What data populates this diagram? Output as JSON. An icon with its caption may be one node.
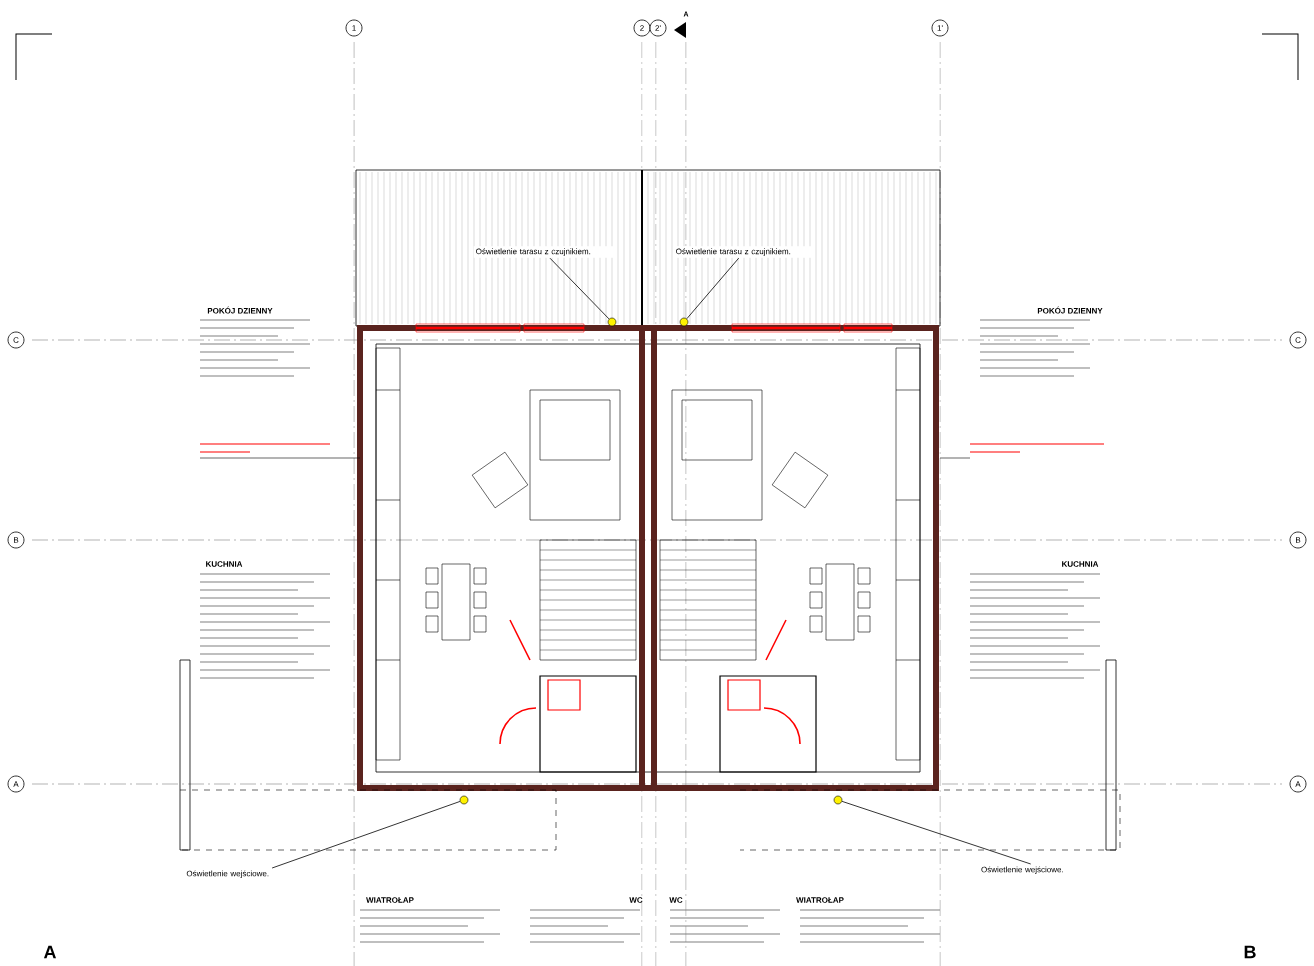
{
  "diagram": {
    "nodes": [
      {
        "text": [
          "Oświetlenie tarasu z czujnikiem."
        ]
      },
      {
        "text": [],
        "shape": "circle"
      },
      {
        "text": [
          "Oświetlenie tarasu z czujnikiem."
        ]
      },
      {
        "text": [],
        "shape": "circle"
      },
      {
        "text": [
          "Oświetlenie wejściowe."
        ]
      },
      {
        "text": [],
        "shape": "circle"
      },
      {
        "text": [
          "Oświetlenie wejściowe."
        ]
      },
      {
        "text": [],
        "shape": "circle"
      }
    ],
    "edges": [
      {
        "from": 0,
        "to": 1,
        "arrow": "none"
      },
      {
        "from": 2,
        "to": 3,
        "arrow": "none"
      },
      {
        "from": 4,
        "to": 5,
        "arrow": "none"
      },
      {
        "from": 6,
        "to": 7,
        "arrow": "none"
      }
    ],
    "labels": [
      "1",
      "2",
      "2'",
      "1'",
      "A",
      "POKÓJ DZIENNY",
      "POKÓJ DZIENNY",
      "C",
      "C",
      "B",
      "B",
      "KUCHNIA",
      "KUCHNIA",
      "A",
      "A",
      "WIATROŁAP",
      "WC",
      "WC",
      "WIATROŁAP",
      "A",
      "B"
    ]
  }
}
